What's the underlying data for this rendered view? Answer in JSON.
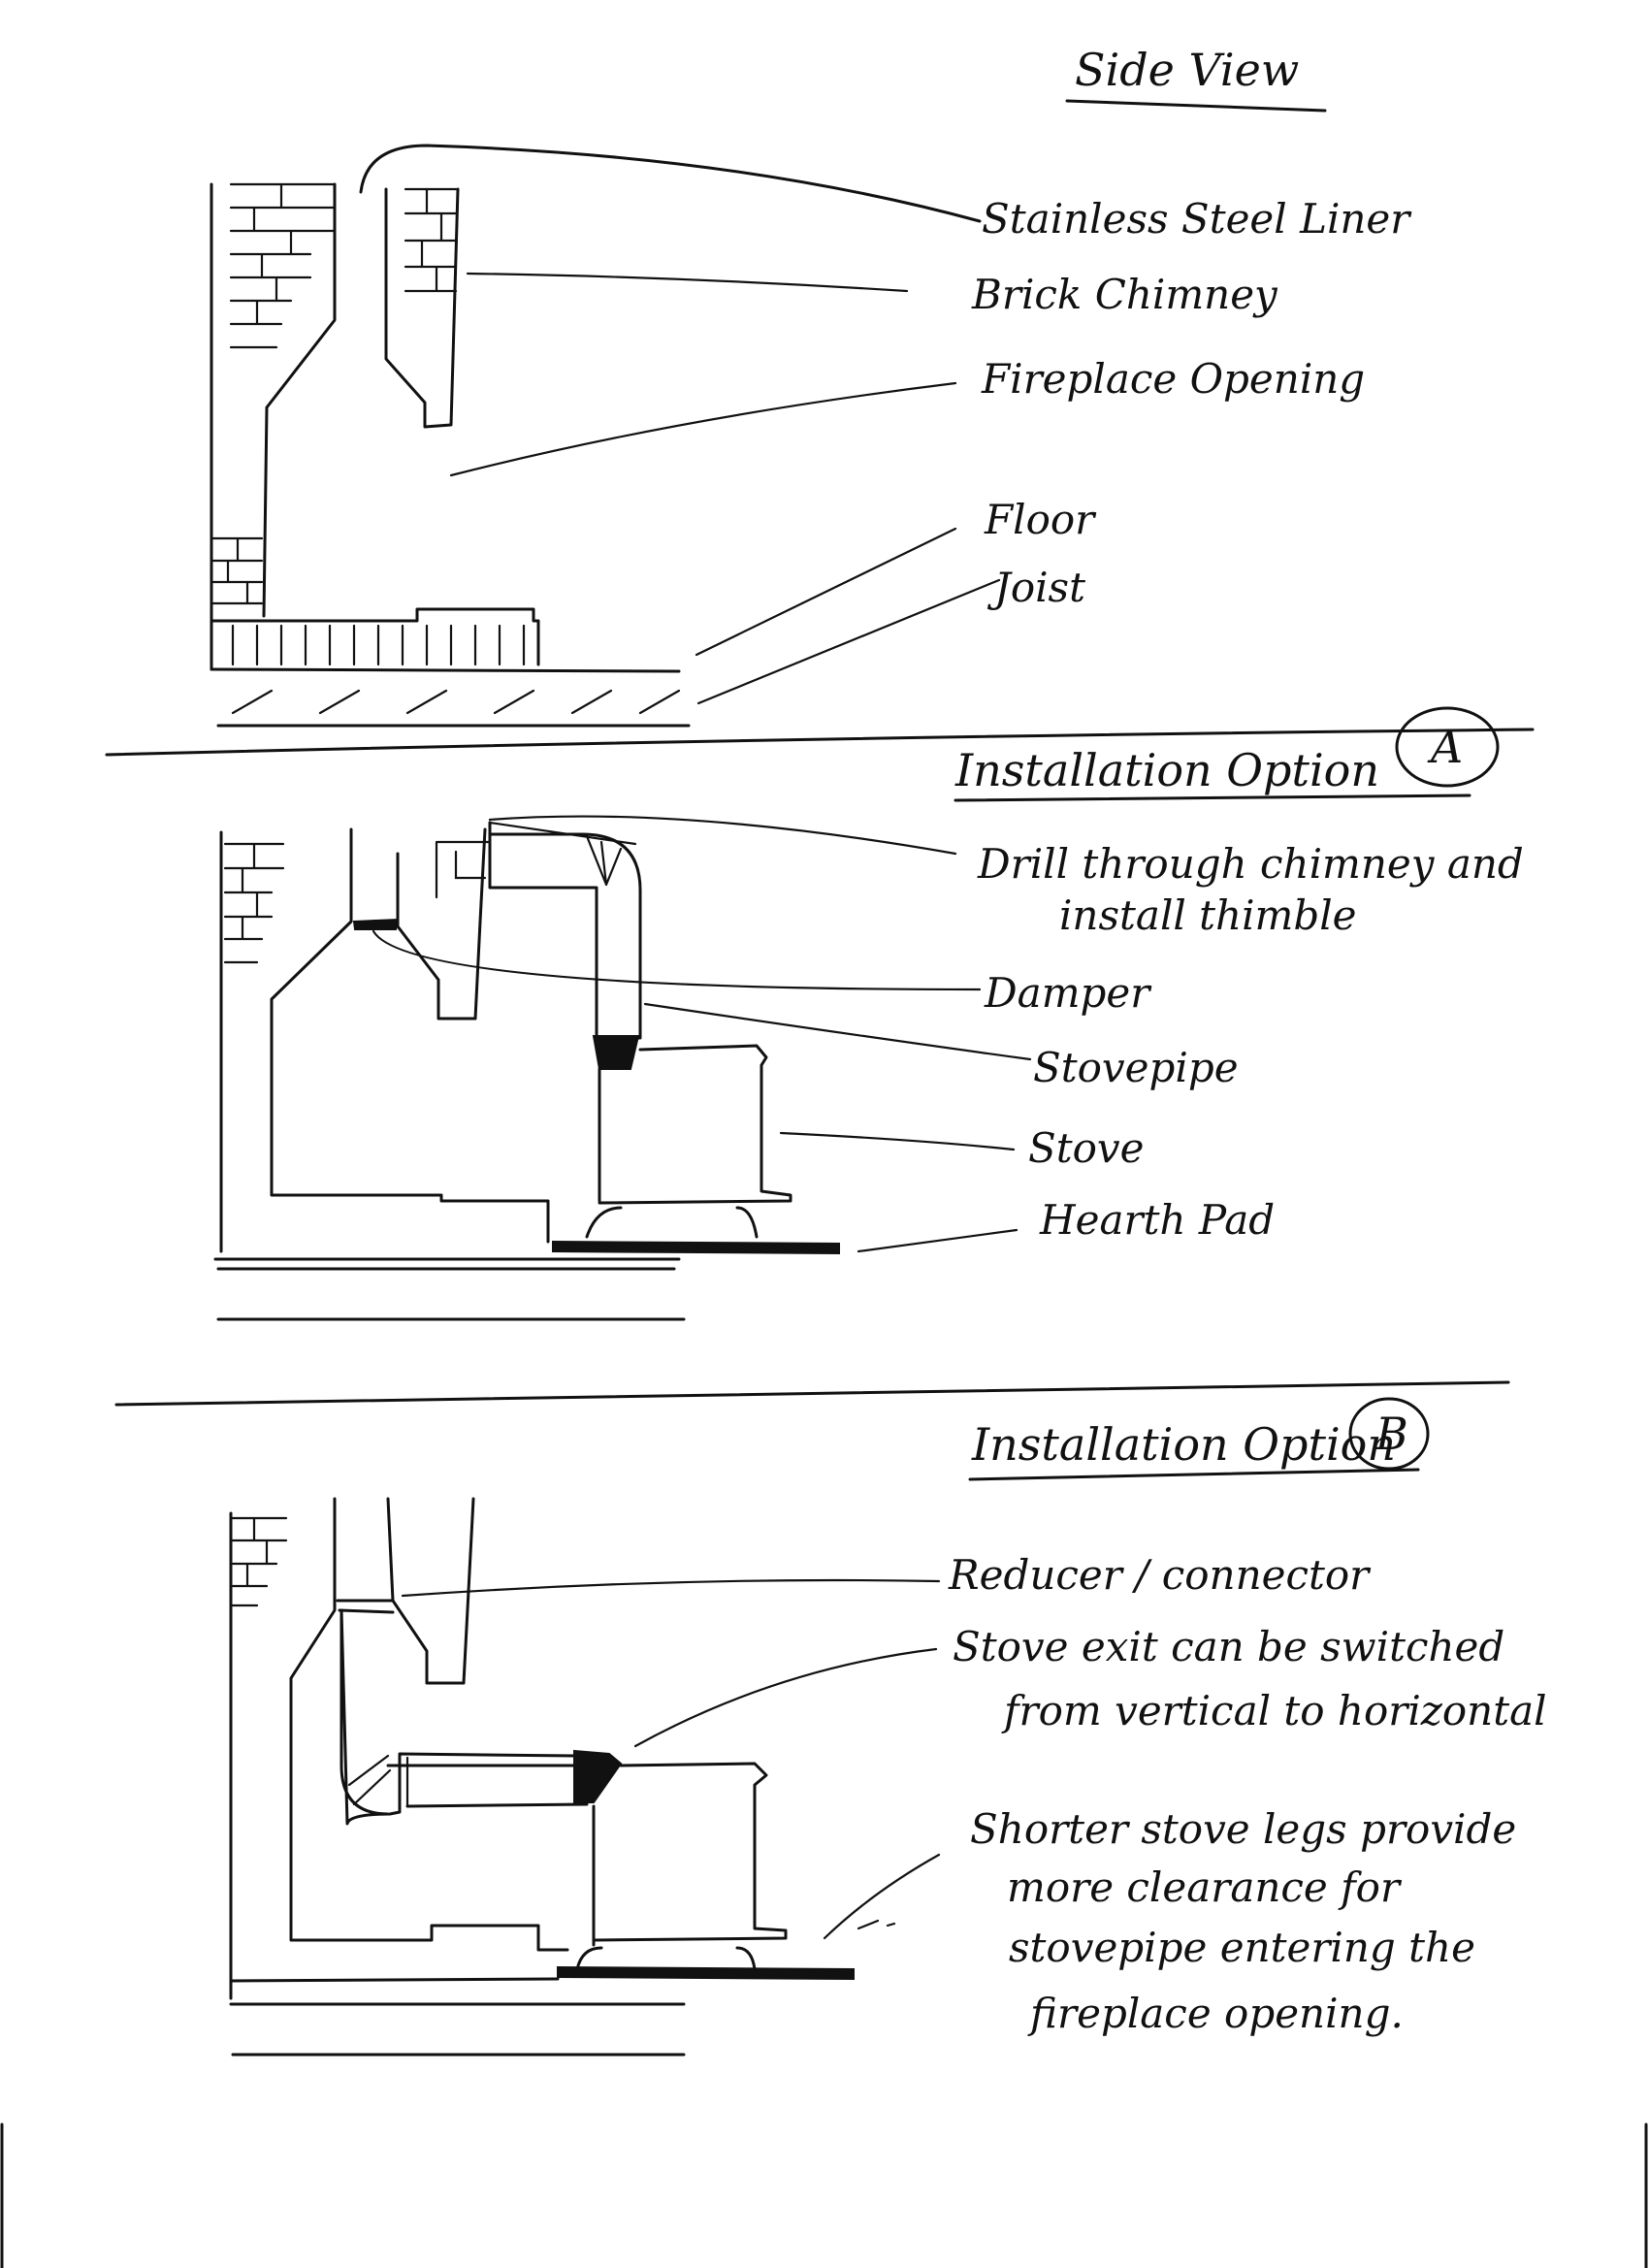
{
  "header": {
    "title": "Side View"
  },
  "side_view": {
    "labels": {
      "liner": "Stainless Steel Liner",
      "chimney": "Brick Chimney",
      "opening": "Fireplace Opening",
      "floor": "Floor",
      "joist": "Joist"
    }
  },
  "option_a": {
    "title": "Installation Option",
    "badge": "A",
    "labels": {
      "drill_line1": "Drill through chimney and",
      "drill_line2": "install thimble",
      "damper": "Damper",
      "stovepipe": "Stovepipe",
      "stove": "Stove",
      "hearth": "Hearth Pad"
    }
  },
  "option_b": {
    "title": "Installation Option",
    "badge": "B",
    "labels": {
      "reducer": "Reducer / connector",
      "exit_line1": "Stove exit can be switched",
      "exit_line2": "from vertical to horizontal",
      "legs_line1": "Shorter stove legs provide",
      "legs_line2": "more clearance for",
      "legs_line3": "stovepipe entering the",
      "legs_line4": "fireplace opening."
    }
  },
  "colors": {
    "ink": "#111111",
    "paper": "#ffffff"
  }
}
